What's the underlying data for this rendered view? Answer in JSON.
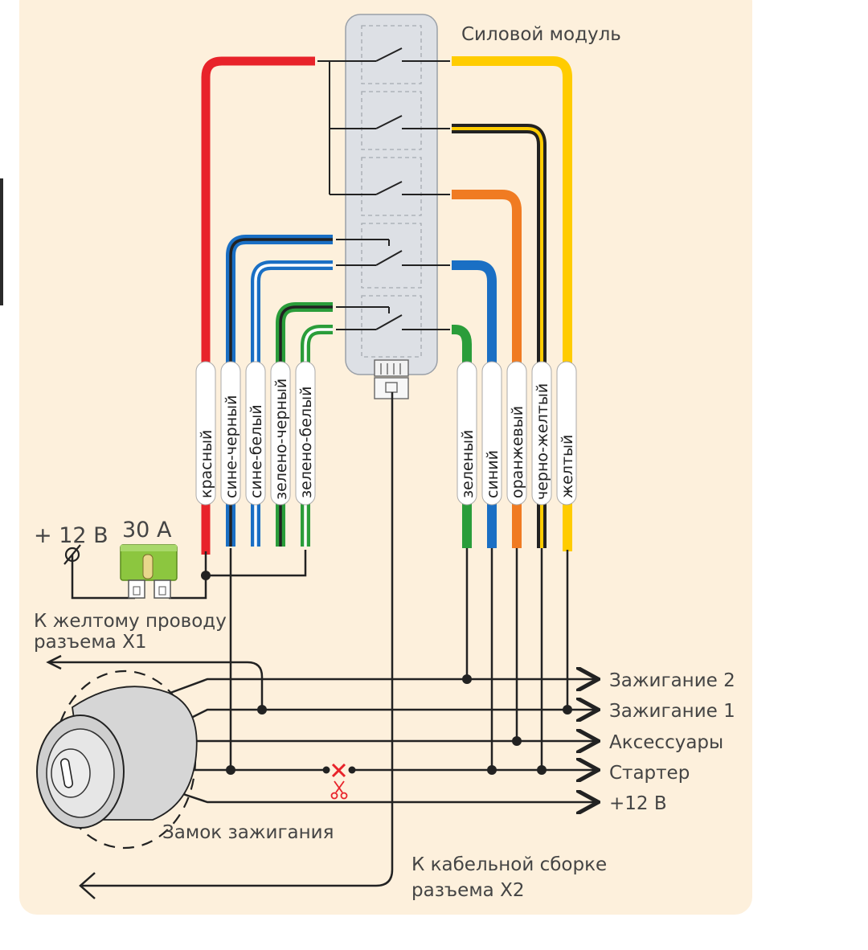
{
  "power_module": {
    "label": "Силовой модуль"
  },
  "left_wires": [
    "красный",
    "сине-черный",
    "сине-белый",
    "зелено-черный",
    "зелено-белый"
  ],
  "right_wires": [
    "зеленый",
    "синий",
    "оранжевый",
    "черно-желтый",
    "желтый"
  ],
  "fuse": {
    "voltage_label": "+ 12 В",
    "rating_label": "30 А"
  },
  "left_notes": {
    "yellow_wire_line1": "К желтому проводу",
    "yellow_wire_line2": "разъема Х1"
  },
  "outputs": [
    "Зажигание 2",
    "Зажигание 1",
    "Аксессуары",
    "Стартер",
    "+12 В"
  ],
  "ignition_lock": {
    "label": "Замок зажигания"
  },
  "cable_note": {
    "line1": "К кабельной сборке",
    "line2": "разъема Х2"
  },
  "colors": {
    "background": "#fdf0dc",
    "red": "#e8232a",
    "blue": "#1a6fc4",
    "green": "#2a9d3a",
    "orange": "#f07b22",
    "yellow": "#ffcc00",
    "black": "#222222",
    "module": "#dde0e5"
  }
}
